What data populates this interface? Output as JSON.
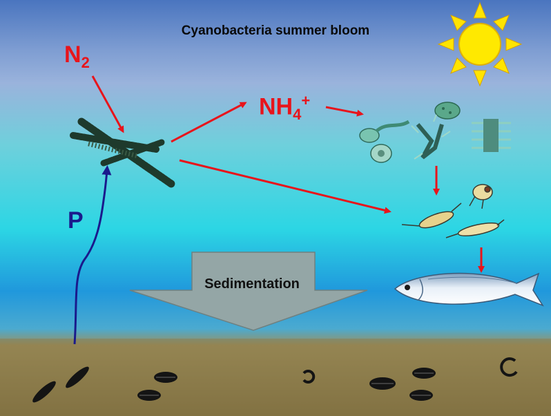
{
  "title": "Cyanobacteria summer bloom",
  "n2": {
    "symbol": "N",
    "subscript": "2"
  },
  "ammonium": {
    "symbol": "NH",
    "subscript": "4",
    "superscript": "+"
  },
  "phosphorus": "P",
  "sedimentation": "Sedimentation",
  "colors": {
    "water_top": "#4d7fc3",
    "water_mid": "#2ad3e0",
    "water_deep": "#1f86d6",
    "sediment": "#8c7a48",
    "arrow_red": "#e8141b",
    "arrow_blue": "#1a1a8c",
    "sun": "#ffe400"
  }
}
